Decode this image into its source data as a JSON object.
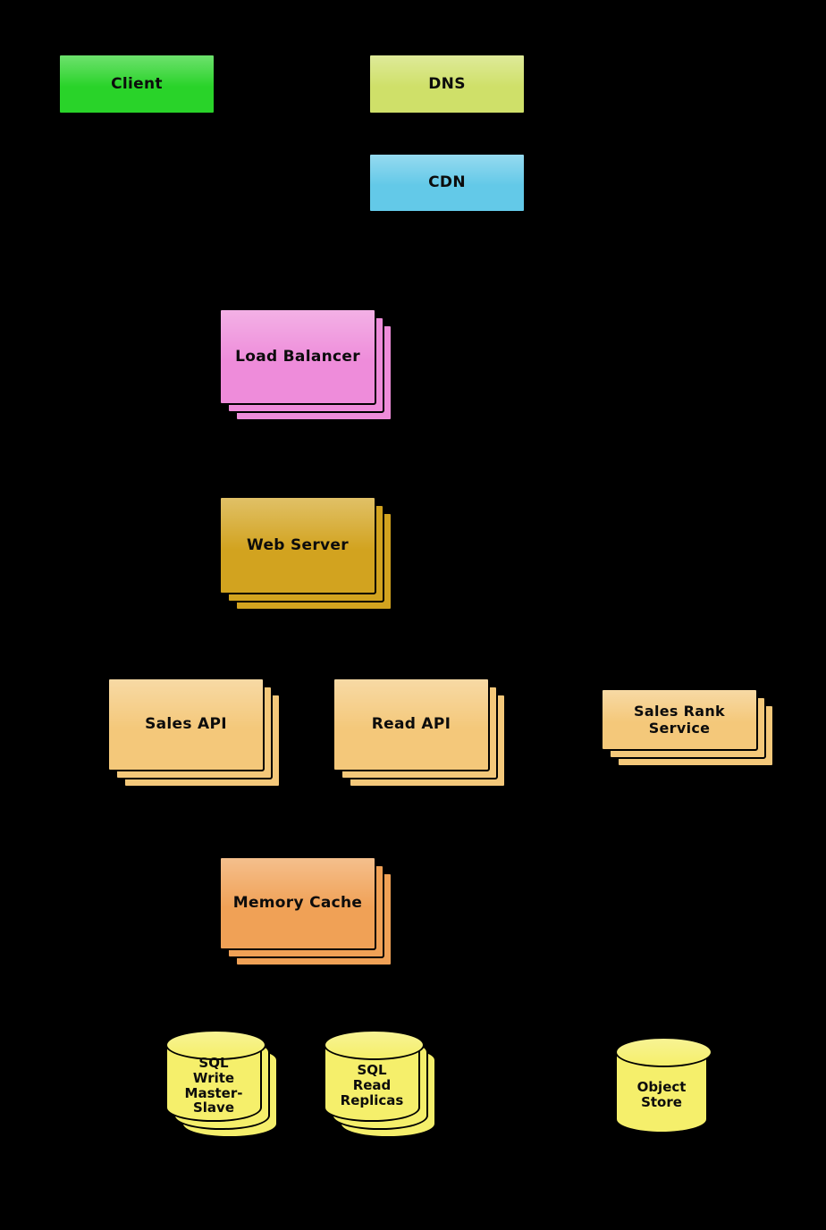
{
  "canvas": {
    "background": "#000000"
  },
  "nodes": {
    "client": {
      "label": "Client",
      "color": "#29d329"
    },
    "dns": {
      "label": "DNS",
      "color": "#cfe069"
    },
    "cdn": {
      "label": "CDN",
      "color": "#63c9e8"
    },
    "load_balancer": {
      "label": "Load Balancer",
      "color": "#ee8cda"
    },
    "web_server": {
      "label": "Web Server",
      "color": "#d2a31f"
    },
    "sales_api": {
      "label": "Sales API",
      "color": "#f4c87a"
    },
    "read_api": {
      "label": "Read API",
      "color": "#f4c87a"
    },
    "sales_rank_service": {
      "label": "Sales Rank\nService",
      "color": "#f4c87a"
    },
    "memory_cache": {
      "label": "Memory Cache",
      "color": "#f0a156"
    },
    "sql_write_master_slave": {
      "label": "SQL\nWrite\nMaster-\nSlave",
      "color": "#f5ef6b"
    },
    "sql_read_replicas": {
      "label": "SQL\nRead\nReplicas",
      "color": "#f5ef6b"
    },
    "object_store": {
      "label": "Object\nStore",
      "color": "#f5ef6b"
    }
  }
}
